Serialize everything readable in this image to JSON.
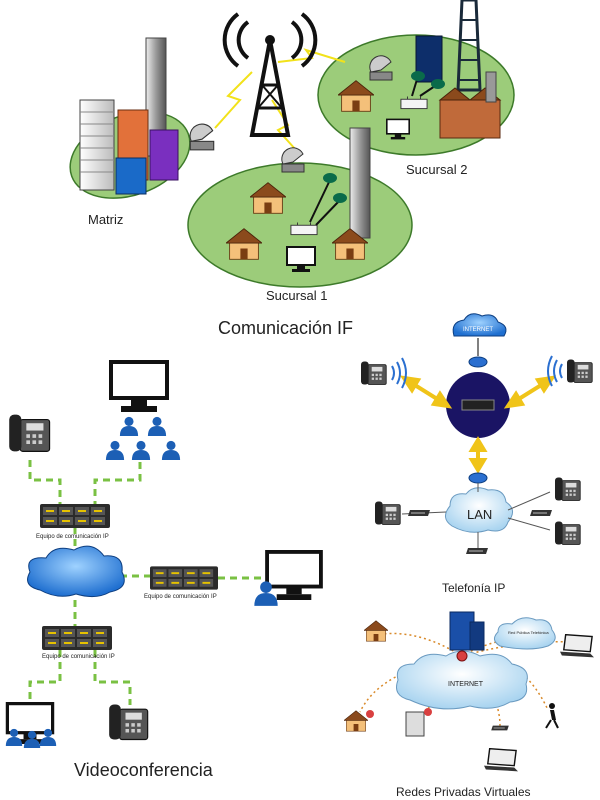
{
  "network": {
    "matriz_label": "Matriz",
    "sucursal1_label": "Sucursal 1",
    "sucursal2_label": "Sucursal 2",
    "title": "Comunicación IF"
  },
  "telefonia": {
    "title": "Telefonía IP",
    "internet_label": "INTERNET",
    "lan_label": "LAN"
  },
  "video": {
    "title": "Videoconferencia",
    "device_label": "Equipo de comunicación IP"
  },
  "vpn": {
    "title": "Redes Privadas Virtuales",
    "internet_label": "INTERNET",
    "cloud2_label": "Red Pública Telefónica"
  },
  "colors": {
    "ground": "#9ccc7a",
    "link": "#f2e21a",
    "dashed": "#7ac143",
    "cloud": "#2a7fd6",
    "arrow": "#f0c419",
    "router_core": "#1a1464"
  }
}
